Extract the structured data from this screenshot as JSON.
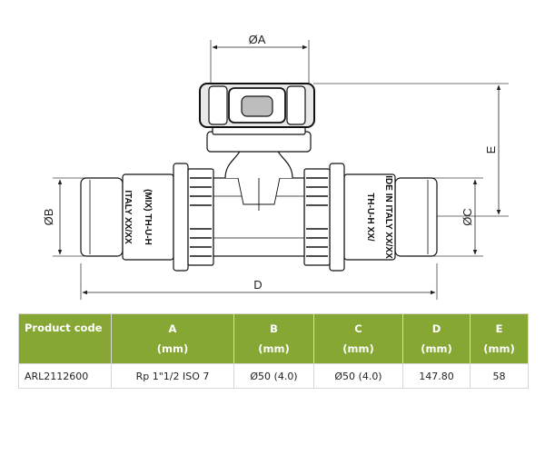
{
  "drawing": {
    "dim_a": "ØA",
    "dim_b": "ØB",
    "dim_c": "ØC",
    "dim_d": "D",
    "dim_e": "E",
    "left_stamp_1": "ITALY  XX/XX",
    "left_stamp_2": "(MIX) TH-U-H",
    "right_stamp_1": "TH-U-H  XX/",
    "right_stamp_2": "IDE IN ITALY  XX/XX"
  },
  "table": {
    "headers": [
      {
        "line1": "Product code",
        "line2": ""
      },
      {
        "line1": "A",
        "line2": "(mm)"
      },
      {
        "line1": "B",
        "line2": "(mm)"
      },
      {
        "line1": "C",
        "line2": "(mm)"
      },
      {
        "line1": "D",
        "line2": "(mm)"
      },
      {
        "line1": "E",
        "line2": "(mm)"
      }
    ],
    "row": [
      "ARL2112600",
      "Rp 1\"1/2 ISO 7",
      "Ø50 (4.0)",
      "Ø50 (4.0)",
      "147.80",
      "58"
    ]
  },
  "colors": {
    "header_bg": "#86a733",
    "border": "#d7d7d7"
  }
}
